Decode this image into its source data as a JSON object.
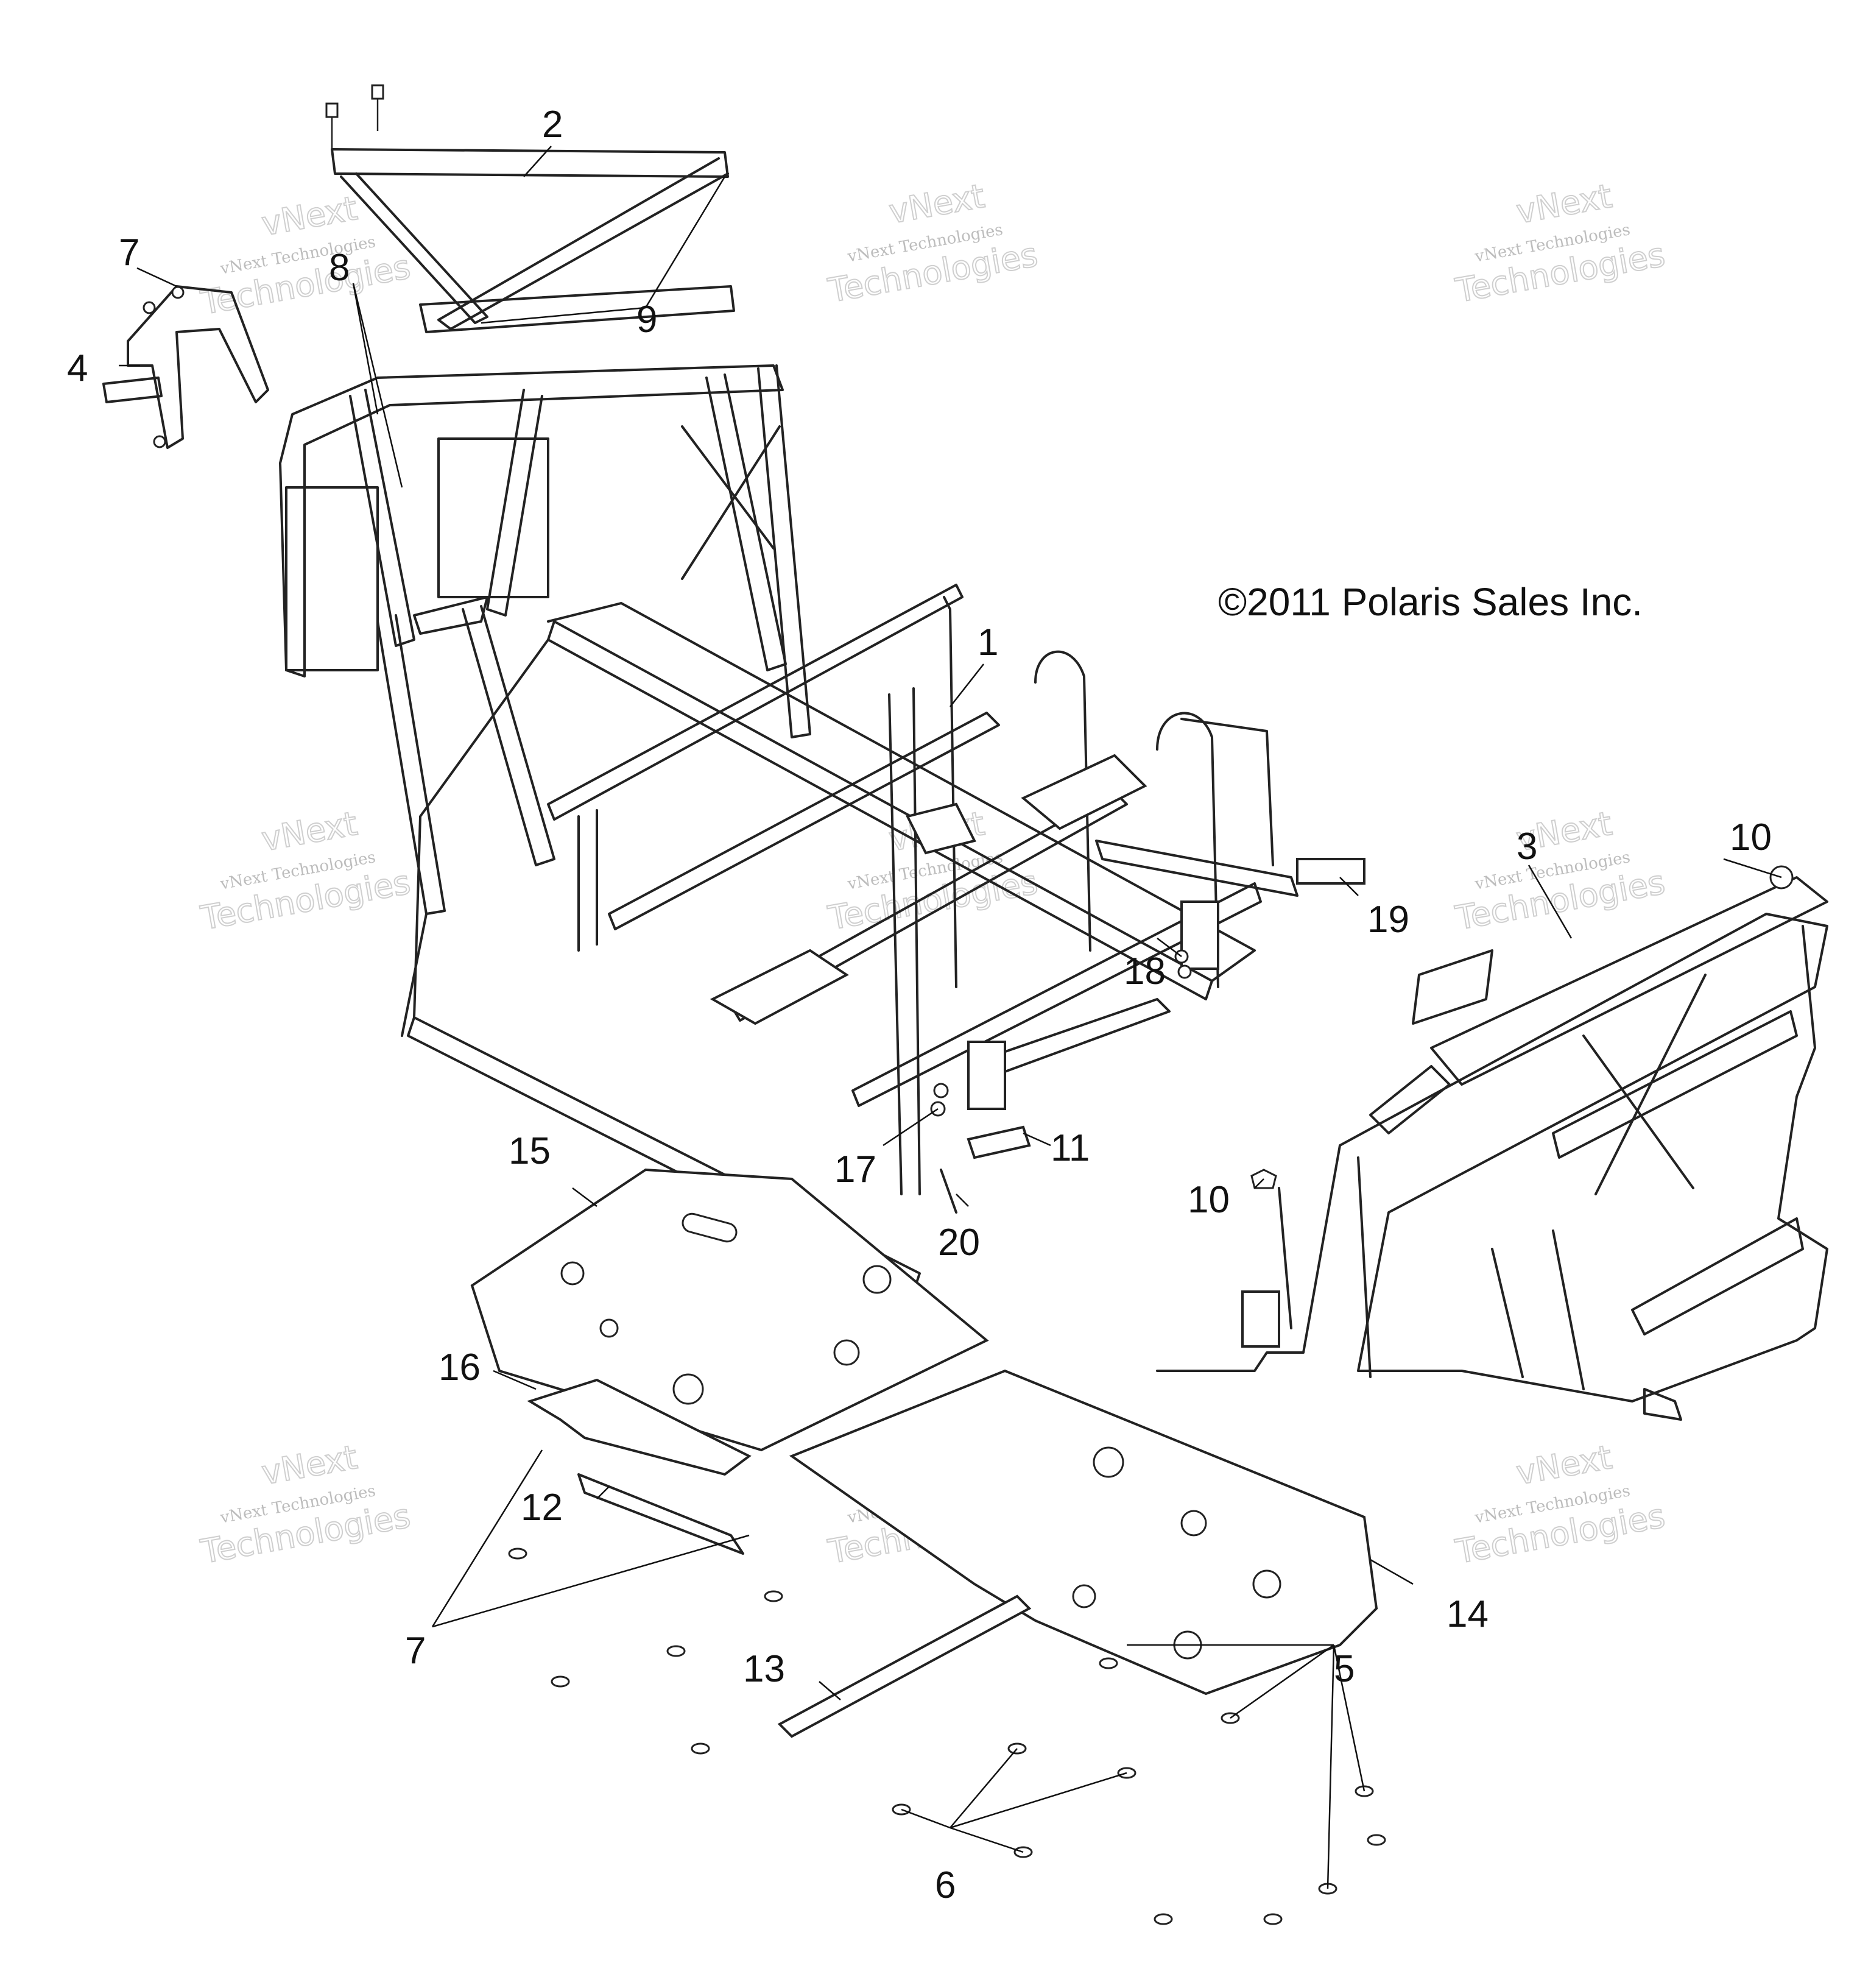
{
  "copyright": "©2011 Polaris Sales Inc.",
  "watermark": {
    "line1": "vNext Technologies",
    "line2": "Technologies",
    "line3": "vNext"
  },
  "callouts": [
    "1",
    "2",
    "3",
    "4",
    "5",
    "6",
    "7",
    "8",
    "9",
    "10",
    "11",
    "12",
    "13",
    "14",
    "15",
    "16",
    "17",
    "18",
    "19",
    "20"
  ],
  "labels": {
    "l1": "1",
    "l2": "2",
    "l3": "3",
    "l4": "4",
    "l5": "5",
    "l6": "6",
    "l7a": "7",
    "l7b": "7",
    "l8": "8",
    "l9": "9",
    "l10a": "10",
    "l10b": "10",
    "l11": "11",
    "l12": "12",
    "l13": "13",
    "l14": "14",
    "l15": "15",
    "l16": "16",
    "l17": "17",
    "l18": "18",
    "l19": "19",
    "l20": "20"
  }
}
